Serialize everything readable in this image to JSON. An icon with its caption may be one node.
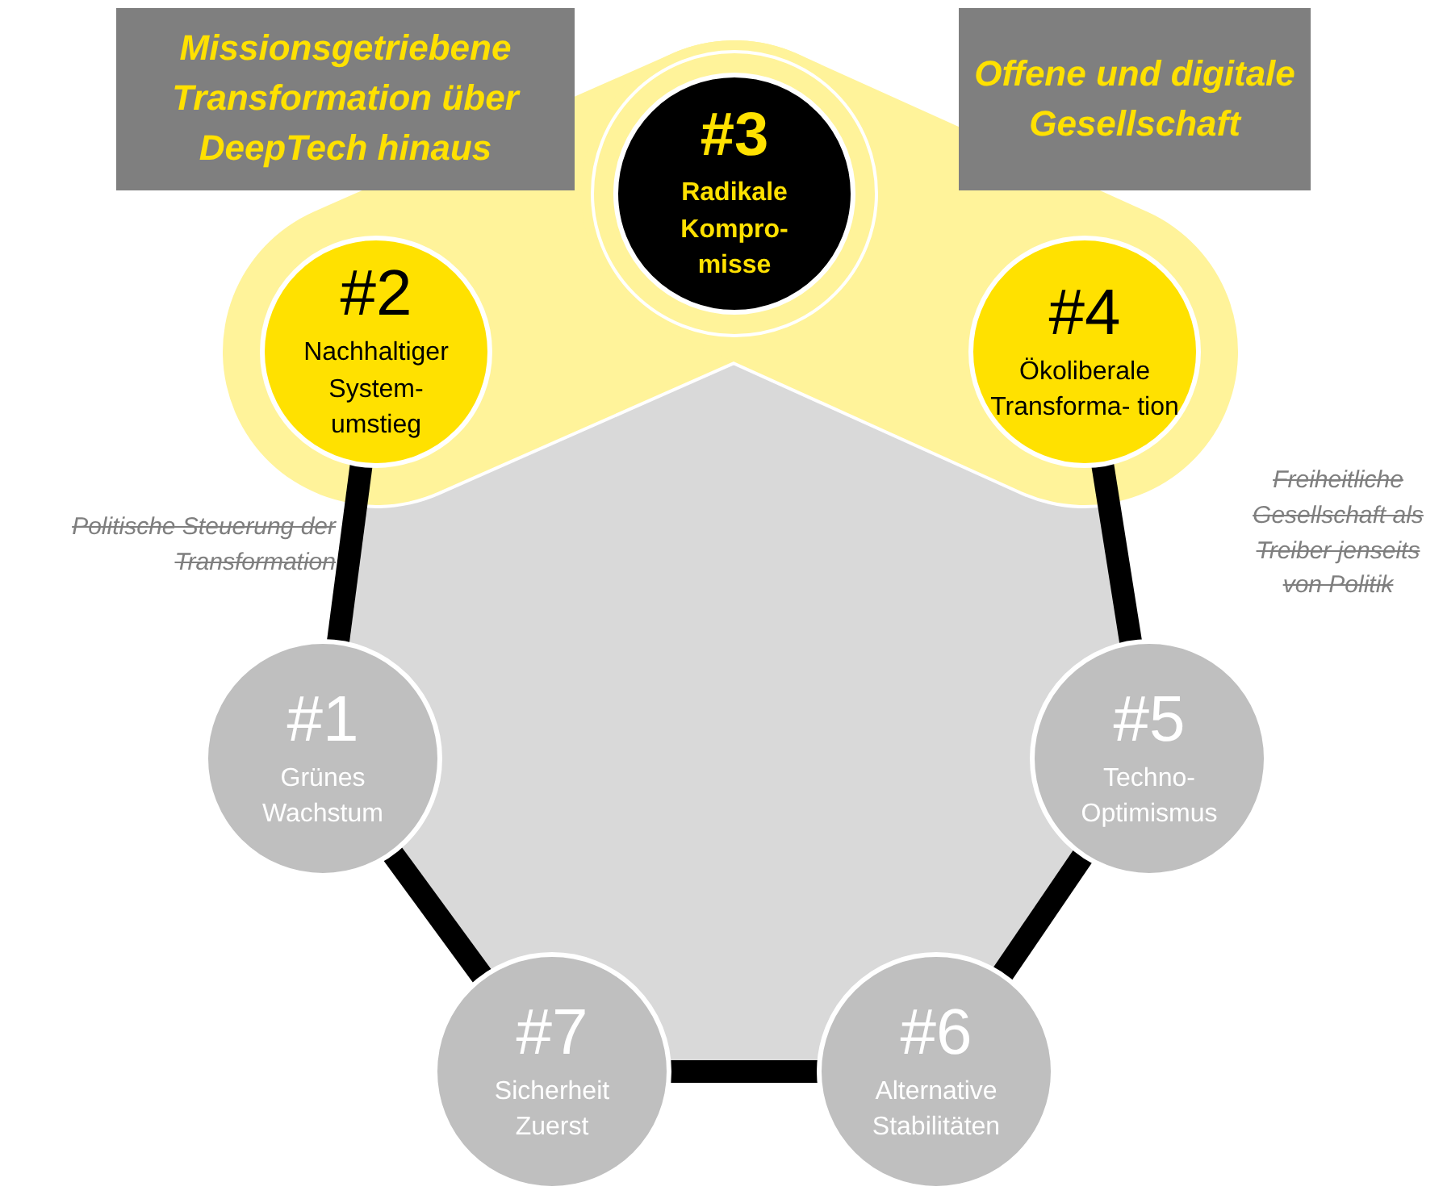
{
  "diagram": {
    "nodes": [
      {
        "text": [
          "Missionsgetriebene Transformation über DeepTech hinaus"
        ]
      },
      {
        "text": [
          "#3",
          "Radikale Kompro- misse"
        ]
      },
      {
        "text": [
          "Offene und digitale Gesellschaft"
        ]
      },
      {
        "text": [
          "#2",
          "Nachhaltiger System- umstieg"
        ]
      },
      {
        "text": [
          "#4",
          "Ökoliberale Transforma- tion"
        ]
      },
      {
        "text": [
          "#1",
          "Grünes Wachstum"
        ]
      },
      {
        "text": [
          "#5",
          "Techno- Optimismus"
        ]
      },
      {
        "text": [
          "#7",
          "Sicherheit Zuerst"
        ]
      },
      {
        "text": [
          "#6",
          "Alternative Stabilitäten"
        ]
      }
    ],
    "edges": [
      {
        "from": 3,
        "to": 5,
        "arrow": "none"
      },
      {
        "from": 5,
        "to": 7,
        "arrow": "none"
      },
      {
        "from": 7,
        "to": 8,
        "arrow": "none"
      },
      {
        "from": 8,
        "to": 6,
        "arrow": "none"
      },
      {
        "from": 6,
        "to": 4,
        "arrow": "none"
      }
    ],
    "labels": [
      "Politische Steuerung der Transformation",
      "Freiheitliche Gesellschaft als Treiber jenseits von Politik"
    ]
  }
}
